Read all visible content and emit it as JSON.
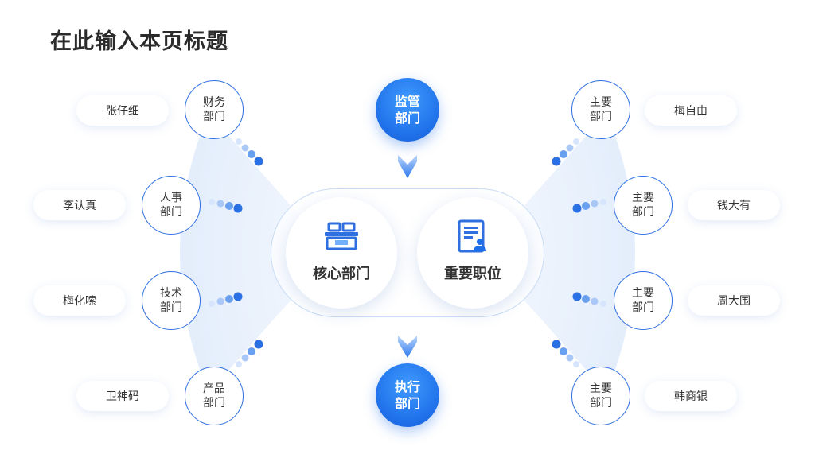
{
  "page_title": "在此输入本页标题",
  "top_node": "监管部门",
  "bottom_node": "执行部门",
  "core_left": {
    "label": "核心部门",
    "icon": "toolbox-icon"
  },
  "core_right": {
    "label": "重要职位",
    "icon": "document-person-icon"
  },
  "left_departments": [
    {
      "dept": "财务部门",
      "person": "张仔细"
    },
    {
      "dept": "人事部门",
      "person": "李认真"
    },
    {
      "dept": "技术部门",
      "person": "梅化嗦"
    },
    {
      "dept": "产品部门",
      "person": "卫神码"
    }
  ],
  "right_departments": [
    {
      "dept": "主要部门",
      "person": "梅自由"
    },
    {
      "dept": "主要部门",
      "person": "钱大有"
    },
    {
      "dept": "主要部门",
      "person": "周大围"
    },
    {
      "dept": "主要部门",
      "person": "韩商银"
    }
  ],
  "colors": {
    "accent": "#1f6fe8",
    "ring_border": "#2f6fe0",
    "fan_light": "#eaf2fd",
    "title_text": "#2b2b2b"
  }
}
